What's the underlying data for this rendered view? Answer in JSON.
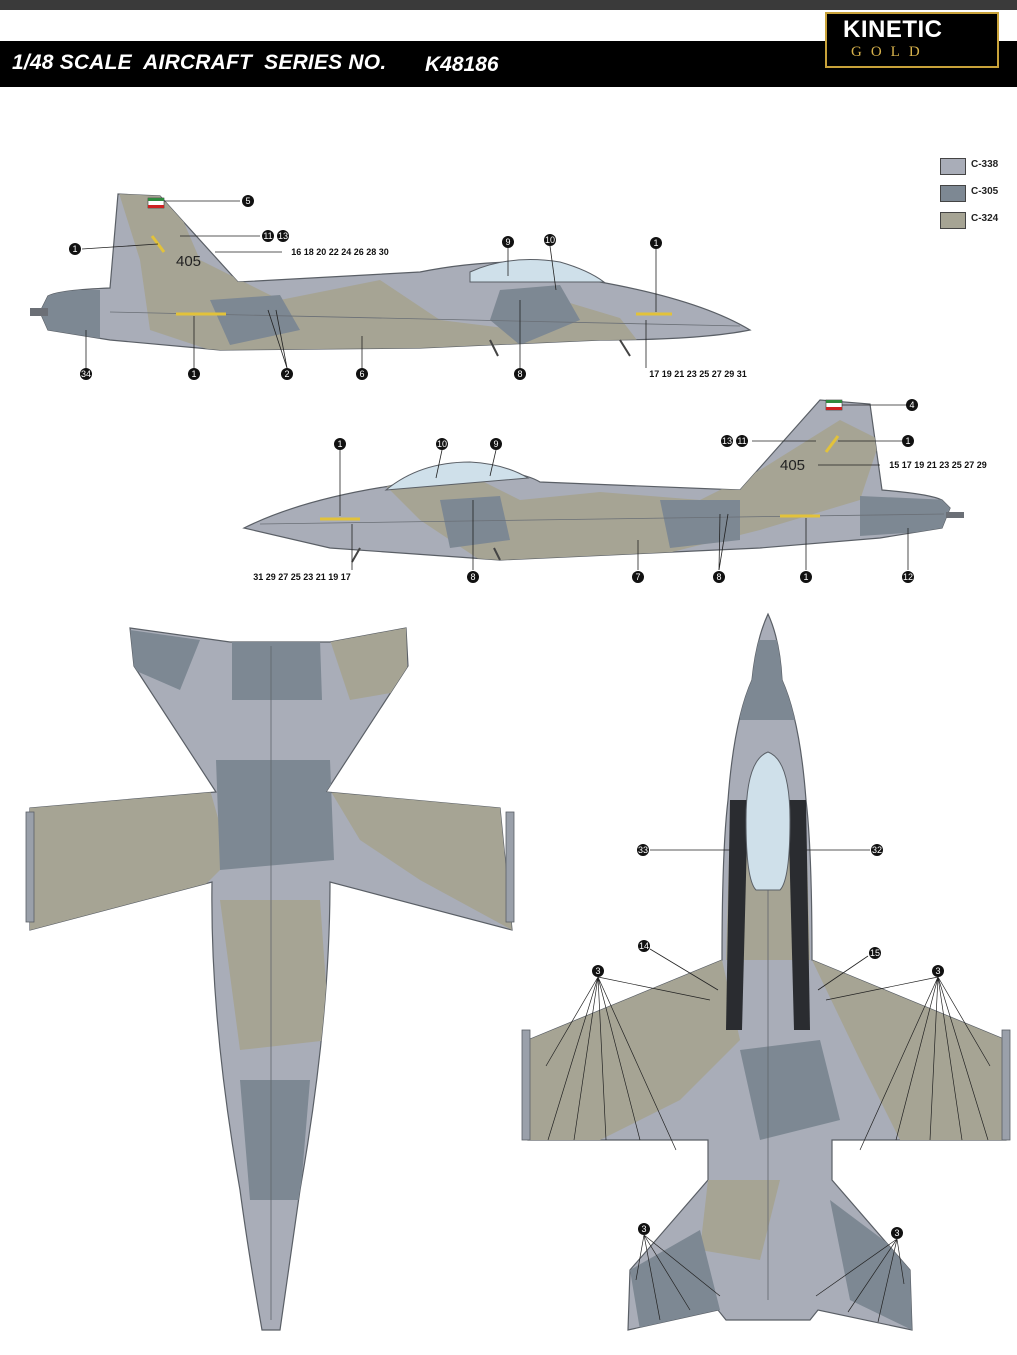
{
  "header": {
    "title": "1/48 SCALE  AIRCRAFT  SERIES NO.",
    "series_no": "K48186"
  },
  "logo": {
    "word": "KINETIC",
    "sub": "GOLD"
  },
  "colors": {
    "C-338": "#a9adb8",
    "C-305": "#7d8893",
    "C-324": "#a6a494",
    "header_bg": "#000000",
    "logo_gold": "#c8a23a"
  },
  "legend": [
    {
      "code": "C-338",
      "color": "#a9adb8"
    },
    {
      "code": "C-305",
      "color": "#7d8893"
    },
    {
      "code": "C-324",
      "color": "#a6a494"
    }
  ],
  "aircraft": {
    "tail_number": "405"
  },
  "callouts": {
    "top_side": [
      "5",
      "1",
      "11",
      "13",
      "16 18 20 22 24 26 28 30",
      "9",
      "10",
      "1",
      "34",
      "1",
      "2",
      "6",
      "8",
      "17 19 21 23 25 27 29 31"
    ],
    "bottom_side": [
      "4",
      "13",
      "11",
      "1",
      "15 17 19 21 23 25 27 29",
      "1",
      "10",
      "9",
      "31 29 27 25 23 21 19 17",
      "8",
      "7",
      "8",
      "1",
      "12"
    ],
    "top_view": [
      "33",
      "32",
      "14",
      "15",
      "3",
      "3",
      "3",
      "3"
    ]
  }
}
